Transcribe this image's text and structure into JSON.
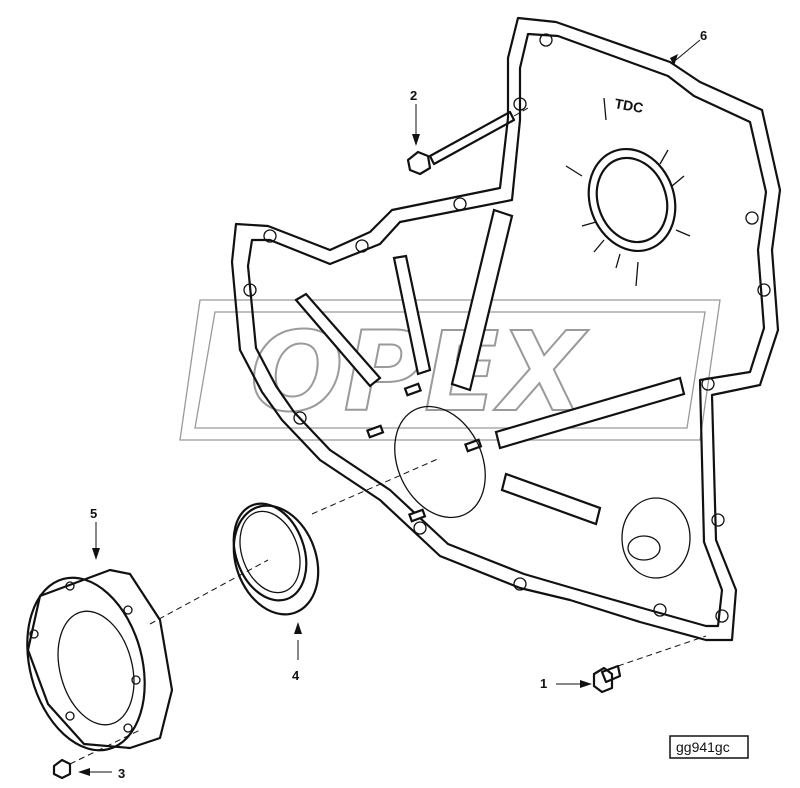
{
  "figure": {
    "watermark": "OPEX",
    "drawing_code": "gg941gc",
    "cover_marking": "TDC",
    "callouts": [
      "1",
      "2",
      "3",
      "4",
      "5",
      "6"
    ]
  }
}
